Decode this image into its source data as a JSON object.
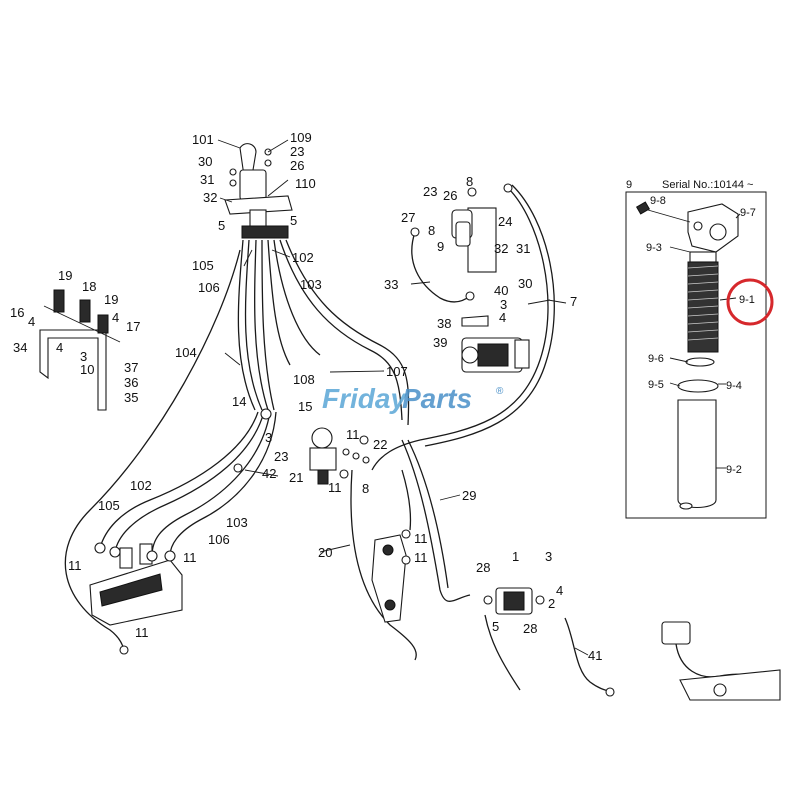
{
  "watermark": {
    "part1": "Friday",
    "part2": "Parts",
    "reg": "®",
    "color1": "#5aa6d6",
    "color2": "#4a90c8"
  },
  "inset": {
    "group_number": "9",
    "serial_note": "Serial No.:10144 ~",
    "highlight_color": "#d6282c",
    "highlighted_label": "9-1"
  },
  "labels": [
    {
      "id": "l101",
      "text": "101"
    },
    {
      "id": "l109",
      "text": "109"
    },
    {
      "id": "l23a",
      "text": "23"
    },
    {
      "id": "l26a",
      "text": "26"
    },
    {
      "id": "l30a",
      "text": "30"
    },
    {
      "id": "l31a",
      "text": "31"
    },
    {
      "id": "l110",
      "text": "110"
    },
    {
      "id": "l32a",
      "text": "32"
    },
    {
      "id": "l5a",
      "text": "5"
    },
    {
      "id": "l5b",
      "text": "5"
    },
    {
      "id": "l105a",
      "text": "105"
    },
    {
      "id": "l102a",
      "text": "102"
    },
    {
      "id": "l106a",
      "text": "106"
    },
    {
      "id": "l103a",
      "text": "103"
    },
    {
      "id": "l104",
      "text": "104"
    },
    {
      "id": "l107",
      "text": "107"
    },
    {
      "id": "l108",
      "text": "108"
    },
    {
      "id": "l14",
      "text": "14"
    },
    {
      "id": "l15",
      "text": "15"
    },
    {
      "id": "l3a",
      "text": "3"
    },
    {
      "id": "l42",
      "text": "42"
    },
    {
      "id": "l102b",
      "text": "102"
    },
    {
      "id": "l105b",
      "text": "105"
    },
    {
      "id": "l103b",
      "text": "103"
    },
    {
      "id": "l106b",
      "text": "106"
    },
    {
      "id": "l11a",
      "text": "11"
    },
    {
      "id": "l11b",
      "text": "11"
    },
    {
      "id": "l11c",
      "text": "11"
    },
    {
      "id": "l19a",
      "text": "19"
    },
    {
      "id": "l18",
      "text": "18"
    },
    {
      "id": "l19b",
      "text": "19"
    },
    {
      "id": "l16",
      "text": "16"
    },
    {
      "id": "l4a",
      "text": "4"
    },
    {
      "id": "l4b",
      "text": "4"
    },
    {
      "id": "l17",
      "text": "17"
    },
    {
      "id": "l34",
      "text": "34"
    },
    {
      "id": "l4c",
      "text": "4"
    },
    {
      "id": "l3b",
      "text": "3"
    },
    {
      "id": "l10",
      "text": "10"
    },
    {
      "id": "l37",
      "text": "37"
    },
    {
      "id": "l36",
      "text": "36"
    },
    {
      "id": "l35",
      "text": "35"
    },
    {
      "id": "l23b",
      "text": "23"
    },
    {
      "id": "l26b",
      "text": "26"
    },
    {
      "id": "l8a",
      "text": "8"
    },
    {
      "id": "l27",
      "text": "27"
    },
    {
      "id": "l8b",
      "text": "8"
    },
    {
      "id": "l9",
      "text": "9"
    },
    {
      "id": "l24",
      "text": "24"
    },
    {
      "id": "l32b",
      "text": "32"
    },
    {
      "id": "l31b",
      "text": "31"
    },
    {
      "id": "l30b",
      "text": "30"
    },
    {
      "id": "l33",
      "text": "33"
    },
    {
      "id": "l40",
      "text": "40"
    },
    {
      "id": "l3c",
      "text": "3"
    },
    {
      "id": "l38",
      "text": "38"
    },
    {
      "id": "l4d",
      "text": "4"
    },
    {
      "id": "l39",
      "text": "39"
    },
    {
      "id": "l7",
      "text": "7"
    },
    {
      "id": "l23c",
      "text": "23"
    },
    {
      "id": "l11d",
      "text": "11"
    },
    {
      "id": "l22",
      "text": "22"
    },
    {
      "id": "l21",
      "text": "21"
    },
    {
      "id": "l11e",
      "text": "11"
    },
    {
      "id": "l8c",
      "text": "8"
    },
    {
      "id": "l29",
      "text": "29"
    },
    {
      "id": "l11f",
      "text": "11"
    },
    {
      "id": "l20",
      "text": "20"
    },
    {
      "id": "l11g",
      "text": "11"
    },
    {
      "id": "l1",
      "text": "1"
    },
    {
      "id": "l3d",
      "text": "3"
    },
    {
      "id": "l28a",
      "text": "28"
    },
    {
      "id": "l4e",
      "text": "4"
    },
    {
      "id": "l2",
      "text": "2"
    },
    {
      "id": "l5c",
      "text": "5"
    },
    {
      "id": "l28b",
      "text": "28"
    },
    {
      "id": "l41",
      "text": "41"
    },
    {
      "id": "i98",
      "text": "9-8"
    },
    {
      "id": "i97",
      "text": "9-7"
    },
    {
      "id": "i93",
      "text": "9-3"
    },
    {
      "id": "i91",
      "text": "9-1"
    },
    {
      "id": "i96",
      "text": "9-6"
    },
    {
      "id": "i95",
      "text": "9-5"
    },
    {
      "id": "i94",
      "text": "9-4"
    },
    {
      "id": "i92",
      "text": "9-2"
    }
  ]
}
